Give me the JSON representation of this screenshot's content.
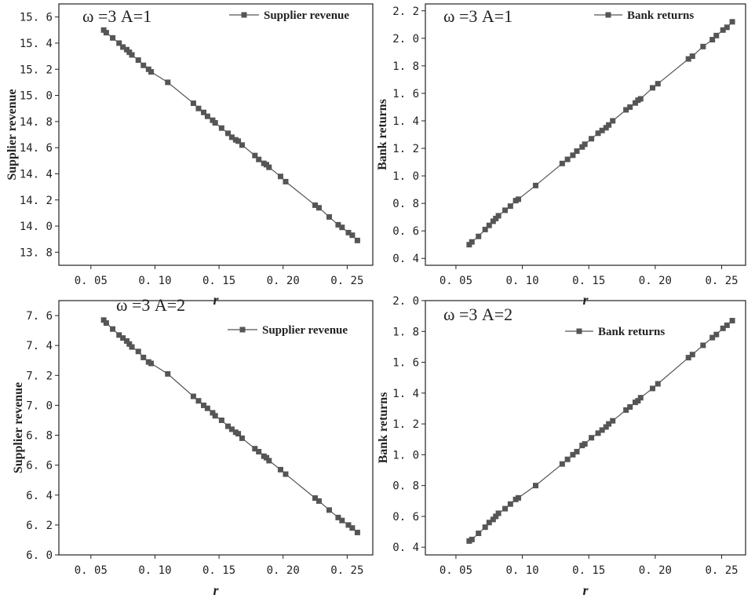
{
  "chart_data": [
    {
      "type": "line",
      "annotation": "ω =3 A=1",
      "xlabel": "r",
      "ylabel": "Supplier revenue",
      "xlim": [
        0.025,
        0.27
      ],
      "ylim": [
        13.7,
        15.7
      ],
      "xticks": [
        0.05,
        0.1,
        0.15,
        0.2,
        0.25
      ],
      "xtick_labels": [
        "0. 05",
        "0. 10",
        "0. 15",
        "0. 20",
        "0. 25"
      ],
      "yticks": [
        13.8,
        14.0,
        14.2,
        14.4,
        14.6,
        14.8,
        15.0,
        15.2,
        15.4,
        15.6
      ],
      "ytick_labels": [
        "13. 8",
        "14. 0",
        "14. 2",
        "14. 4",
        "14. 6",
        "14. 8",
        "15. 0",
        "15. 2",
        "15. 4",
        "15. 6"
      ],
      "legend_position": "top-right",
      "grid": false,
      "line_color": "#555555",
      "x": [
        0.06,
        0.062,
        0.067,
        0.072,
        0.075,
        0.078,
        0.08,
        0.082,
        0.087,
        0.091,
        0.095,
        0.097,
        0.11,
        0.13,
        0.134,
        0.138,
        0.141,
        0.145,
        0.147,
        0.152,
        0.157,
        0.16,
        0.163,
        0.165,
        0.168,
        0.178,
        0.181,
        0.185,
        0.187,
        0.189,
        0.198,
        0.202,
        0.225,
        0.228,
        0.236,
        0.243,
        0.246,
        0.251,
        0.254,
        0.258
      ],
      "series": [
        {
          "name": "Supplier revenue",
          "values": [
            15.5,
            15.48,
            15.44,
            15.4,
            15.37,
            15.35,
            15.33,
            15.31,
            15.27,
            15.23,
            15.2,
            15.18,
            15.1,
            14.94,
            14.9,
            14.87,
            14.84,
            14.81,
            14.79,
            14.75,
            14.71,
            14.68,
            14.66,
            14.65,
            14.62,
            14.54,
            14.51,
            14.48,
            14.47,
            14.45,
            14.38,
            14.34,
            14.16,
            14.14,
            14.07,
            14.01,
            13.99,
            13.95,
            13.93,
            13.89
          ]
        }
      ]
    },
    {
      "type": "line",
      "annotation": "ω =3 A=1",
      "xlabel": "r",
      "ylabel": "Bank returns",
      "xlim": [
        0.027,
        0.268
      ],
      "ylim": [
        0.35,
        2.25
      ],
      "xticks": [
        0.05,
        0.1,
        0.15,
        0.2,
        0.25
      ],
      "xtick_labels": [
        "0. 05",
        "0. 10",
        "0. 15",
        "0. 20",
        "0. 25"
      ],
      "yticks": [
        0.4,
        0.6,
        0.8,
        1.0,
        1.2,
        1.4,
        1.6,
        1.8,
        2.0,
        2.2
      ],
      "ytick_labels": [
        "0. 4",
        "0. 6",
        "0. 8",
        "1. 0",
        "1. 2",
        "1. 4",
        "1. 6",
        "1. 8",
        "2. 0",
        "2. 2"
      ],
      "legend_position": "top-right",
      "grid": false,
      "line_color": "#555555",
      "x": [
        0.06,
        0.062,
        0.067,
        0.072,
        0.075,
        0.078,
        0.08,
        0.082,
        0.087,
        0.091,
        0.095,
        0.097,
        0.11,
        0.13,
        0.134,
        0.138,
        0.141,
        0.145,
        0.147,
        0.152,
        0.157,
        0.16,
        0.163,
        0.165,
        0.168,
        0.178,
        0.181,
        0.185,
        0.187,
        0.189,
        0.198,
        0.202,
        0.225,
        0.228,
        0.236,
        0.243,
        0.246,
        0.251,
        0.254,
        0.258
      ],
      "series": [
        {
          "name": "Bank returns",
          "values": [
            0.5,
            0.52,
            0.56,
            0.61,
            0.64,
            0.67,
            0.69,
            0.71,
            0.75,
            0.78,
            0.82,
            0.83,
            0.93,
            1.09,
            1.12,
            1.15,
            1.18,
            1.21,
            1.23,
            1.27,
            1.31,
            1.33,
            1.35,
            1.37,
            1.4,
            1.48,
            1.5,
            1.53,
            1.55,
            1.56,
            1.64,
            1.67,
            1.85,
            1.87,
            1.94,
            1.99,
            2.02,
            2.06,
            2.08,
            2.12
          ]
        }
      ]
    },
    {
      "type": "line",
      "annotation": "ω =3 A=2",
      "xlabel": "r",
      "ylabel": "Supplier revenue",
      "xlim": [
        0.025,
        0.27
      ],
      "ylim": [
        6.0,
        7.7
      ],
      "xticks": [
        0.05,
        0.1,
        0.15,
        0.2,
        0.25
      ],
      "xtick_labels": [
        "0. 05",
        "0. 10",
        "0. 15",
        "0. 20",
        "0. 25"
      ],
      "yticks": [
        6.0,
        6.2,
        6.4,
        6.6,
        6.8,
        7.0,
        7.2,
        7.4,
        7.6
      ],
      "ytick_labels": [
        "6. 0",
        "6. 2",
        "6. 4",
        "6. 6",
        "6. 8",
        "7. 0",
        "7. 2",
        "7. 4",
        "7. 6"
      ],
      "legend_position": "top-right",
      "grid": false,
      "line_color": "#555555",
      "x": [
        0.06,
        0.062,
        0.067,
        0.072,
        0.075,
        0.078,
        0.08,
        0.082,
        0.087,
        0.091,
        0.095,
        0.097,
        0.11,
        0.13,
        0.134,
        0.138,
        0.141,
        0.145,
        0.147,
        0.152,
        0.157,
        0.16,
        0.163,
        0.165,
        0.168,
        0.178,
        0.181,
        0.185,
        0.187,
        0.189,
        0.198,
        0.202,
        0.225,
        0.228,
        0.236,
        0.243,
        0.246,
        0.251,
        0.254,
        0.258
      ],
      "series": [
        {
          "name": "Supplier revenue",
          "values": [
            7.57,
            7.55,
            7.51,
            7.47,
            7.45,
            7.43,
            7.41,
            7.39,
            7.36,
            7.32,
            7.29,
            7.28,
            7.21,
            7.06,
            7.03,
            7.0,
            6.98,
            6.95,
            6.93,
            6.9,
            6.86,
            6.84,
            6.82,
            6.81,
            6.78,
            6.71,
            6.69,
            6.66,
            6.65,
            6.63,
            6.57,
            6.54,
            6.38,
            6.36,
            6.3,
            6.25,
            6.23,
            6.2,
            6.18,
            6.15
          ]
        }
      ]
    },
    {
      "type": "line",
      "annotation": "ω =3 A=2",
      "xlabel": "r",
      "ylabel": "Bank returns",
      "xlim": [
        0.027,
        0.268
      ],
      "ylim": [
        0.35,
        2.0
      ],
      "xticks": [
        0.05,
        0.1,
        0.15,
        0.2,
        0.25
      ],
      "xtick_labels": [
        "0. 05",
        "0. 10",
        "0. 15",
        "0. 20",
        "0. 25"
      ],
      "yticks": [
        0.4,
        0.6,
        0.8,
        1.0,
        1.2,
        1.4,
        1.6,
        1.8,
        2.0
      ],
      "ytick_labels": [
        "0. 4",
        "0. 6",
        "0. 8",
        "1. 0",
        "1. 2",
        "1. 4",
        "1. 6",
        "1. 8",
        "2. 0"
      ],
      "legend_position": "top-center",
      "grid": false,
      "line_color": "#555555",
      "x": [
        0.06,
        0.062,
        0.067,
        0.072,
        0.075,
        0.078,
        0.08,
        0.082,
        0.087,
        0.091,
        0.095,
        0.097,
        0.11,
        0.13,
        0.134,
        0.138,
        0.141,
        0.145,
        0.147,
        0.152,
        0.157,
        0.16,
        0.163,
        0.165,
        0.168,
        0.178,
        0.181,
        0.185,
        0.187,
        0.189,
        0.198,
        0.202,
        0.225,
        0.228,
        0.236,
        0.243,
        0.246,
        0.251,
        0.254,
        0.258
      ],
      "series": [
        {
          "name": "Bank returns",
          "values": [
            0.44,
            0.45,
            0.49,
            0.53,
            0.56,
            0.58,
            0.6,
            0.62,
            0.65,
            0.68,
            0.71,
            0.72,
            0.8,
            0.94,
            0.97,
            1.0,
            1.02,
            1.06,
            1.07,
            1.11,
            1.14,
            1.16,
            1.18,
            1.2,
            1.22,
            1.29,
            1.31,
            1.34,
            1.35,
            1.37,
            1.43,
            1.46,
            1.63,
            1.65,
            1.71,
            1.76,
            1.78,
            1.82,
            1.84,
            1.87
          ]
        }
      ]
    }
  ]
}
